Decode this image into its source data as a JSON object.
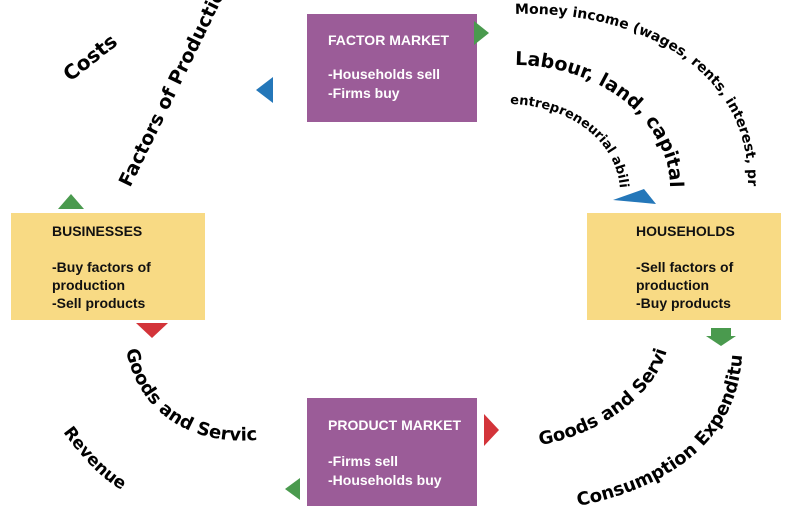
{
  "colors": {
    "market_box": "#9b5c98",
    "agent_box": "#f8da84",
    "arrow_green": "#4a9a4e",
    "arrow_blue": "#2477b9",
    "arrow_red": "#d3343a"
  },
  "factor_market": {
    "title": "FACTOR MARKET",
    "line1": "-Households sell",
    "line2": "-Firms buy"
  },
  "product_market": {
    "title": "PRODUCT MARKET",
    "line1": "-Firms sell",
    "line2": "-Households buy"
  },
  "businesses": {
    "title": "BUSINESSES",
    "line1": "-Buy factors of",
    "line2": "production",
    "line3": "-Sell products"
  },
  "households": {
    "title": "HOUSEHOLDS",
    "line1": "-Sell factors of",
    "line2": "production",
    "line3": "-Buy products"
  },
  "flows": {
    "costs": "Costs",
    "factors_of_production": "Factors of Production",
    "money_income": "Money income (wages, rents, interest, profits)",
    "labour": "Labour, land, capital,",
    "entrepreneurial": "entrepreneurial ability",
    "goods_services_left": "Goods and Services",
    "revenue": "Revenue",
    "goods_services_right": "Goods and Services",
    "consumption": "Consumption Expenditures"
  }
}
